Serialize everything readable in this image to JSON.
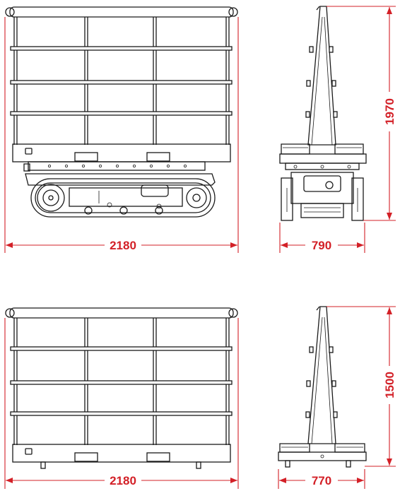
{
  "dimensions": {
    "top_front_width": "2180",
    "top_side_width": "790",
    "top_side_height": "1970",
    "bottom_front_width": "2180",
    "bottom_side_width": "770",
    "bottom_side_height": "1500"
  },
  "colors": {
    "dimension": "#d32027",
    "line": "#1a1a1a",
    "background": "#ffffff"
  }
}
